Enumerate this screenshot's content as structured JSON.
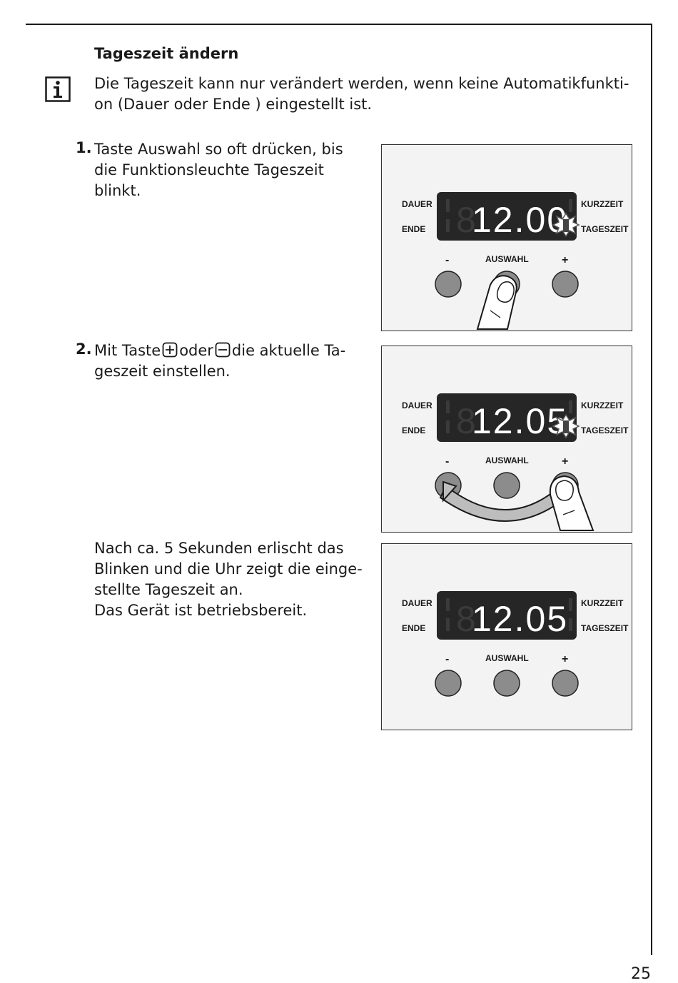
{
  "section": {
    "title": "Tageszeit ändern",
    "info": "Die Tageszeit kann nur verändert werden, wenn keine Automatikfunkti- on (Dauer oder Ende ) eingestellt ist."
  },
  "steps": [
    {
      "number": "1.",
      "text": "Taste Auswahl so oft drücken, bis die Funktionsleuchte Tageszeit blinkt."
    },
    {
      "number": "2.",
      "text_before": "Mit Taste",
      "text_middle": "oder",
      "text_after": "die aktuelle Ta- geszeit einstellen."
    }
  ],
  "note_lines": [
    "Nach ca. 5 Sekunden erlischt das",
    "Blinken und die Uhr zeigt die einge-",
    "stellte Tageszeit an.",
    "Das Gerät ist betriebsbereit."
  ],
  "panel_labels": {
    "dauer": "DAUER",
    "ende": "ENDE",
    "kurzzeit": "KURZZEIT",
    "tageszeit": "TAGESZEIT",
    "minus": "-",
    "auswahl": "AUSWAHL",
    "plus": "+"
  },
  "panels": [
    {
      "display": "12.00",
      "indicator": "blinking",
      "gesture": "press-auswahl"
    },
    {
      "display": "12.05",
      "indicator": "blinking",
      "gesture": "press-plus-or-minus"
    },
    {
      "display": "12.05",
      "indicator": "off",
      "gesture": "none"
    }
  ],
  "page_number": "25"
}
